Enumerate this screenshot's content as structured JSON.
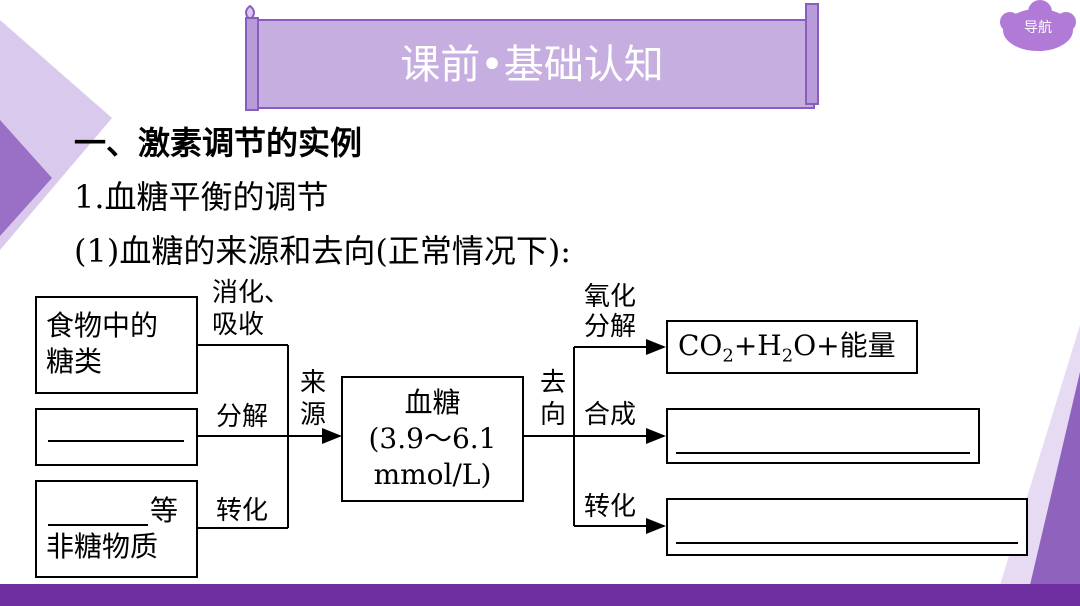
{
  "nav": {
    "label": "导航"
  },
  "banner": {
    "title": "课前•基础认知"
  },
  "content": {
    "heading1": "一、激素调节的实例",
    "heading2": "1.血糖平衡的调节",
    "heading3": "(1)血糖的来源和去向(正常情况下):"
  },
  "diagram": {
    "source1": {
      "line1": "食物中的",
      "line2": "糖类"
    },
    "source3": {
      "suffix": "等",
      "line2": "非糖物质"
    },
    "label_digest": {
      "line1": "消化、",
      "line2": "吸收"
    },
    "label_decompose_left": "分解",
    "label_convert_left": "转化",
    "label_source": {
      "c1": "来",
      "c2": "源"
    },
    "center": {
      "line1": "血糖",
      "line2": "(3.9～6.1",
      "line3": "mmol/L)"
    },
    "label_dest": {
      "c1": "去",
      "c2": "向"
    },
    "label_oxidize": {
      "line1": "氧化",
      "line2": "分解"
    },
    "label_synth": "合成",
    "label_convert_right": "转化",
    "out1": {
      "a": "CO",
      "s1": "2",
      "b": "+H",
      "s2": "2",
      "c": "O+能量"
    }
  },
  "colors": {
    "purple": "#7a4ca8",
    "lavender": "#c9b3e2",
    "band": "#6f2fa1"
  }
}
